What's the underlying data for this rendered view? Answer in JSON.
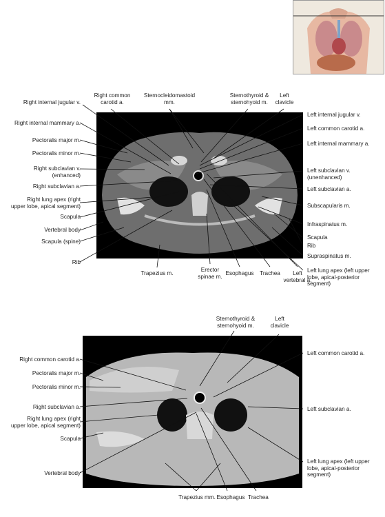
{
  "top": {
    "labels_left": [
      "Right internal jugular v.",
      "Right internal mammary a.",
      "Pectoralis major m.",
      "Pectoralis minor m.",
      "Right subclavian v.\n(enhanced)",
      "Right subclavian a.",
      "Right lung apex (right\nupper lobe, apical segment)",
      "Scapula",
      "Vertebral body",
      "Scapula (spine)",
      "Rib"
    ],
    "labels_top": [
      "Right common\ncarotid a.",
      "Sternocleidomastoid\nmm.",
      "Sternothyroid &\nsternohyoid m.",
      "Left\nclavicle"
    ],
    "labels_right": [
      "Left internal jugular v.",
      "Left common carotid a.",
      "Left internal mammary a.",
      "Left subclavian v.\n(unenhanced)",
      "Left subclavian a.",
      "Subscapularis m.",
      "Infraspinatus m.",
      "Scapula",
      "Rib",
      "Supraspinatus m.",
      "Left lung apex (left upper\nlobe, apical-posterior\nsegment)"
    ],
    "labels_bottom": [
      "Trapezius m.",
      "Erector\nspinae m.",
      "Esophagus",
      "Trachea",
      "Left\nvertebral a."
    ]
  },
  "bottom": {
    "labels_left": [
      "Right common carotid a.",
      "Pectoralis major m.",
      "Pectoralis minor m.",
      "Right subclavian a.",
      "Right lung apex (right\nupper lobe, apical segment)",
      "Scapula",
      "Vertebral body"
    ],
    "labels_top": [
      "Sternothyroid &\nsternohyoid m.",
      "Left\nclavicle"
    ],
    "labels_right": [
      "Left common carotid a.",
      "Left subclavian a.",
      "Left lung apex (left upper\nlobe, apical-posterior\nsegment)"
    ],
    "labels_bottom": [
      "Trapezius mm.",
      "Esophagus",
      "Trachea"
    ]
  }
}
